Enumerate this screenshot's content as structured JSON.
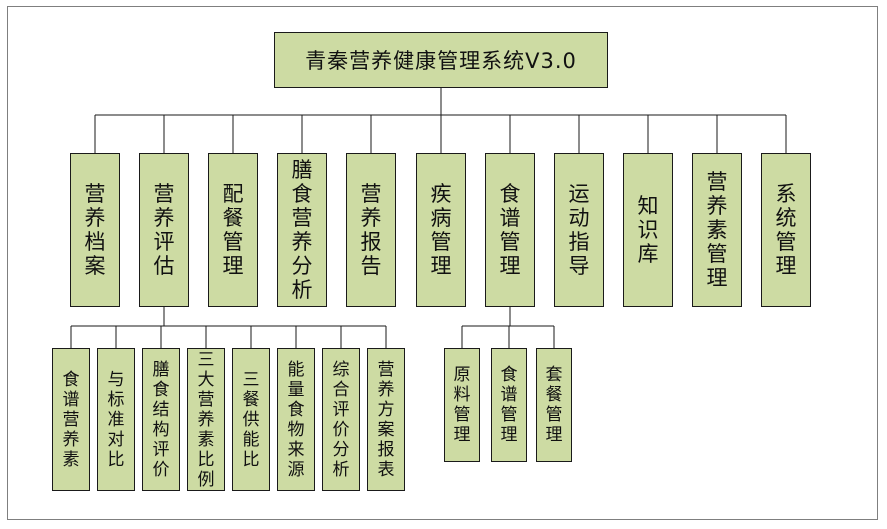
{
  "root": {
    "label": "青秦营养健康管理系统V3.0"
  },
  "modules": [
    {
      "label": "营养档案"
    },
    {
      "label": "营养评估"
    },
    {
      "label": "配餐管理"
    },
    {
      "label": "膳食营养分析"
    },
    {
      "label": "营养报告"
    },
    {
      "label": "疾病管理"
    },
    {
      "label": "食谱管理"
    },
    {
      "label": "运动指导"
    },
    {
      "label": "知识库"
    },
    {
      "label": "营养素管理"
    },
    {
      "label": "系统管理"
    }
  ],
  "assessment_children": [
    {
      "label": "食谱营养素"
    },
    {
      "label": "与标准对比"
    },
    {
      "label": "膳食结构评价"
    },
    {
      "label": "三大营养素比例"
    },
    {
      "label": "三餐供能比"
    },
    {
      "label": "能量食物来源"
    },
    {
      "label": "综合评价分析"
    },
    {
      "label": "营养方案报表"
    }
  ],
  "recipe_children": [
    {
      "label": "原料管理"
    },
    {
      "label": "食谱管理"
    },
    {
      "label": "套餐管理"
    }
  ],
  "colors": {
    "box_fill": "#cddba3",
    "box_border": "#1a1a1a",
    "line": "#1a1a1a",
    "frame": "#7f7f7f"
  }
}
